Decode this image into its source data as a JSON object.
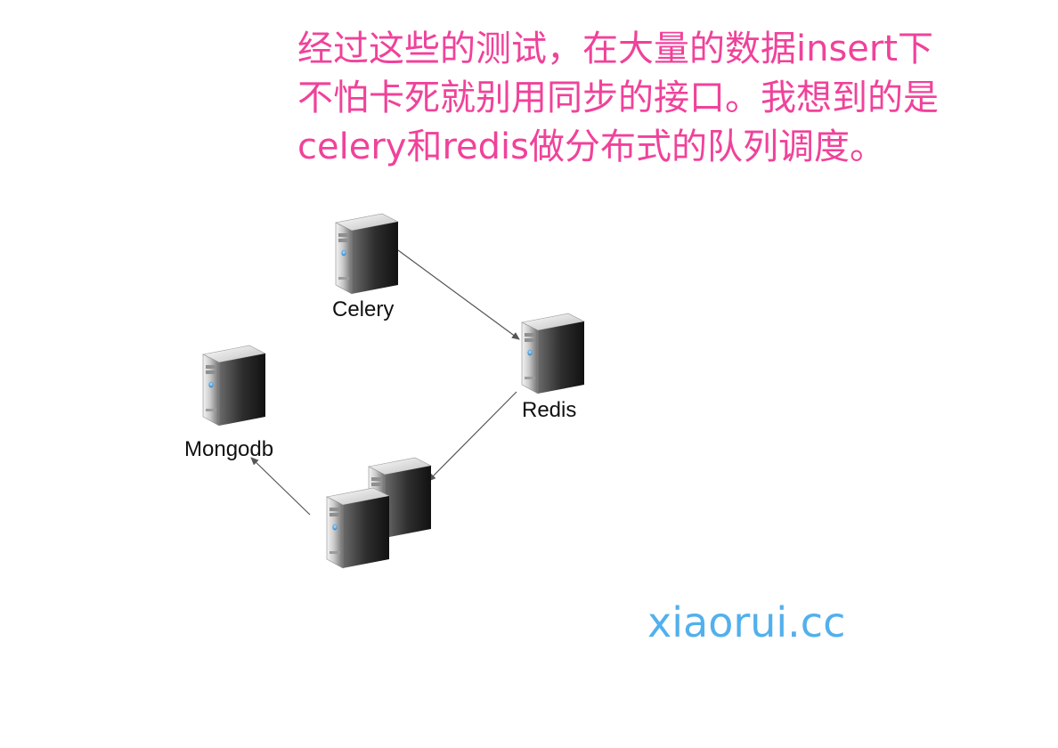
{
  "headline": {
    "line1": "经过这些的测试，在大量的数据insert下",
    "line2": "不怕卡死就别用同步的接口。我想到的是",
    "line3": "celery和redis做分布式的队列调度。"
  },
  "nodes": {
    "celery": {
      "label": "Celery",
      "icon": "server-icon"
    },
    "redis": {
      "label": "Redis",
      "icon": "server-icon"
    },
    "mongodb": {
      "label": "Mongodb",
      "icon": "server-icon"
    },
    "workers": {
      "label": "",
      "icon": "server-cluster-icon"
    }
  },
  "edges": [
    {
      "from": "celery",
      "to": "redis"
    },
    {
      "from": "redis",
      "to": "workers"
    },
    {
      "from": "workers",
      "to": "mongodb"
    }
  ],
  "watermark": "xiaorui.cc",
  "colors": {
    "headline": "#f0429a",
    "watermark": "#52b0ec",
    "arrow": "#555555"
  }
}
